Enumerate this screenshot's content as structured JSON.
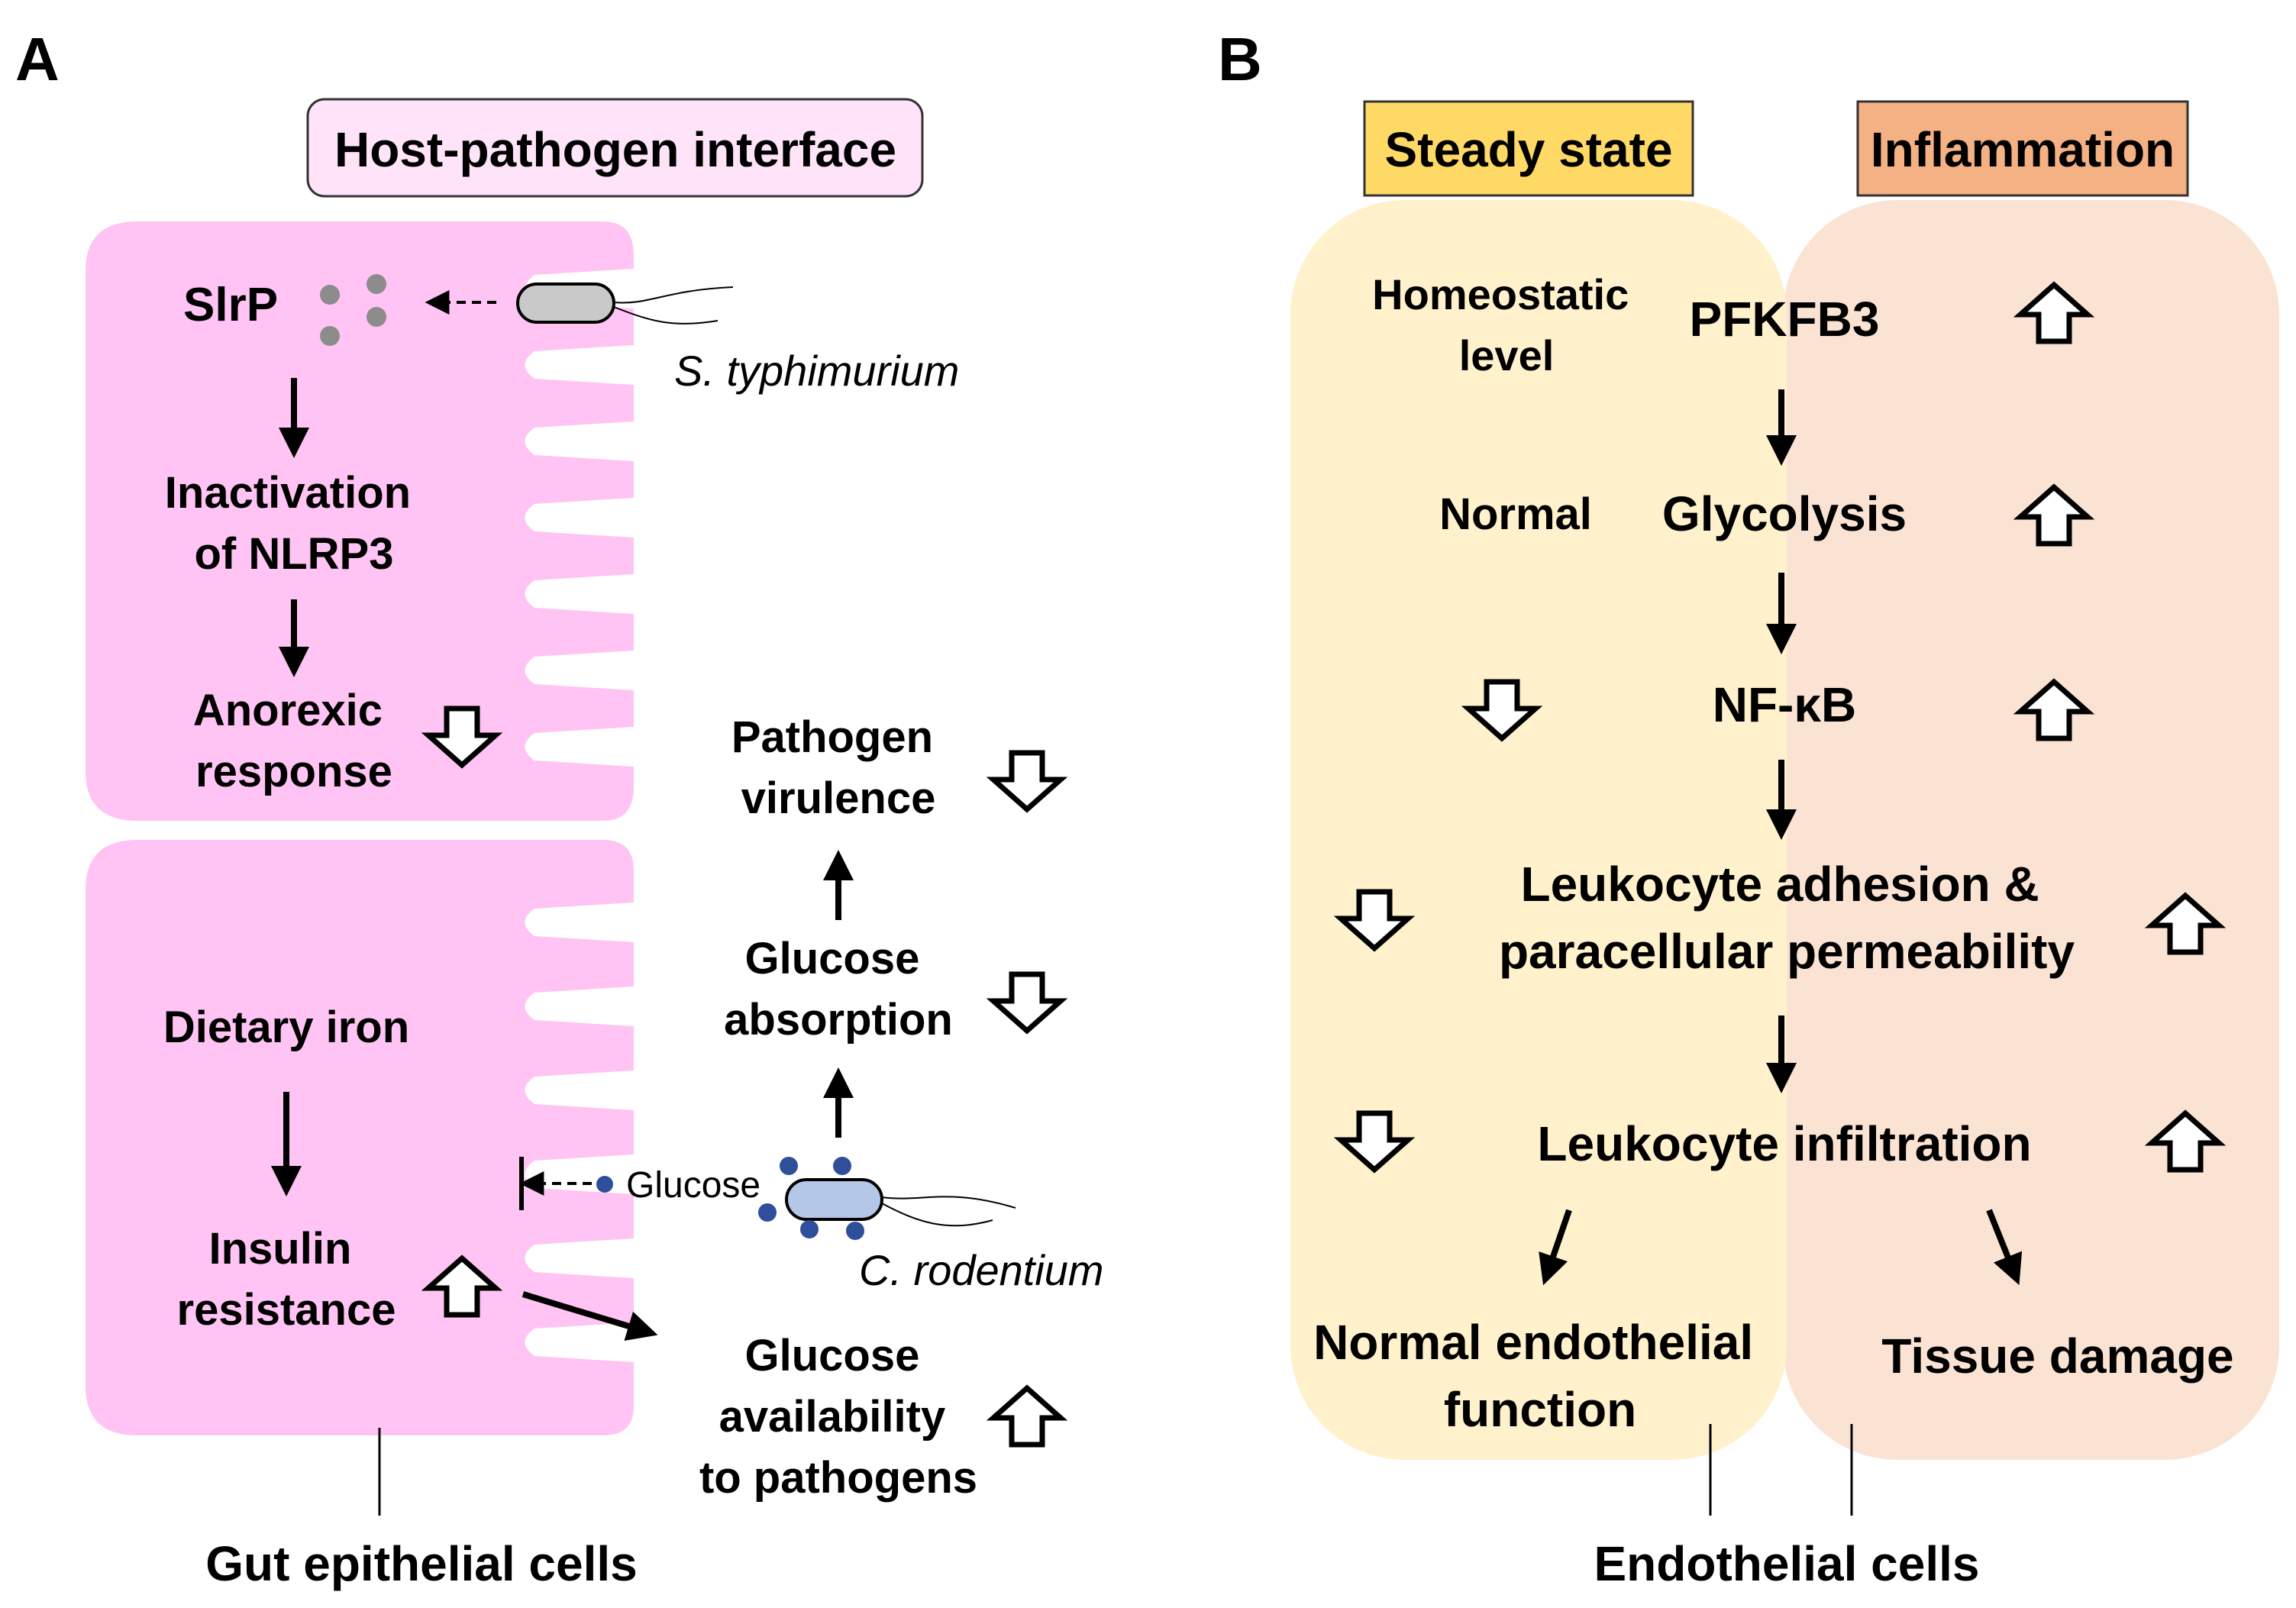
{
  "panel_a": {
    "letter": "A",
    "header": "Host-pathogen interface",
    "slrp": "SlrP",
    "s_typhimurium": "S. typhimurium",
    "inactivation": [
      "Inactivation",
      "of NLRP3"
    ],
    "anorexic": [
      "Anorexic",
      "response"
    ],
    "dietary_iron": "Dietary iron",
    "insulin": [
      "Insulin",
      "resistance"
    ],
    "glucose": "Glucose",
    "c_rodentium": "C. rodentium",
    "pathogen_virulence": [
      "Pathogen",
      "virulence"
    ],
    "glucose_absorption": [
      "Glucose",
      "absorption"
    ],
    "glucose_availability": [
      "Glucose",
      "availability",
      "to pathogens"
    ],
    "footer": "Gut epithelial cells"
  },
  "panel_b": {
    "letter": "B",
    "steady_state": "Steady state",
    "inflammation": "Inflammation",
    "homeostatic": [
      "Homeostatic",
      "level"
    ],
    "pfkfb3": "PFKFB3",
    "normal": "Normal",
    "glycolysis": "Glycolysis",
    "nfkb": "NF-κB",
    "leukocyte_adhesion": [
      "Leukocyte adhesion &",
      "paracellular permeability"
    ],
    "leukocyte_infiltration": "Leukocyte infiltration",
    "normal_endothelial": [
      "Normal endothelial",
      "function"
    ],
    "tissue_damage": "Tissue damage",
    "footer": "Endothelial cells"
  },
  "colors": {
    "cell_pink": "#ffc4f3",
    "header_pink": "#ffe4f9",
    "steady_fill": "#fff1cc",
    "steady_label": "#ffd966",
    "inflam_fill": "#fbe3d4",
    "inflam_label": "#f4b183",
    "glucose_dot": "#2f4f9b",
    "bacterium_blue": "#b4c7e7",
    "bacterium_grey": "#c9c9c9"
  }
}
